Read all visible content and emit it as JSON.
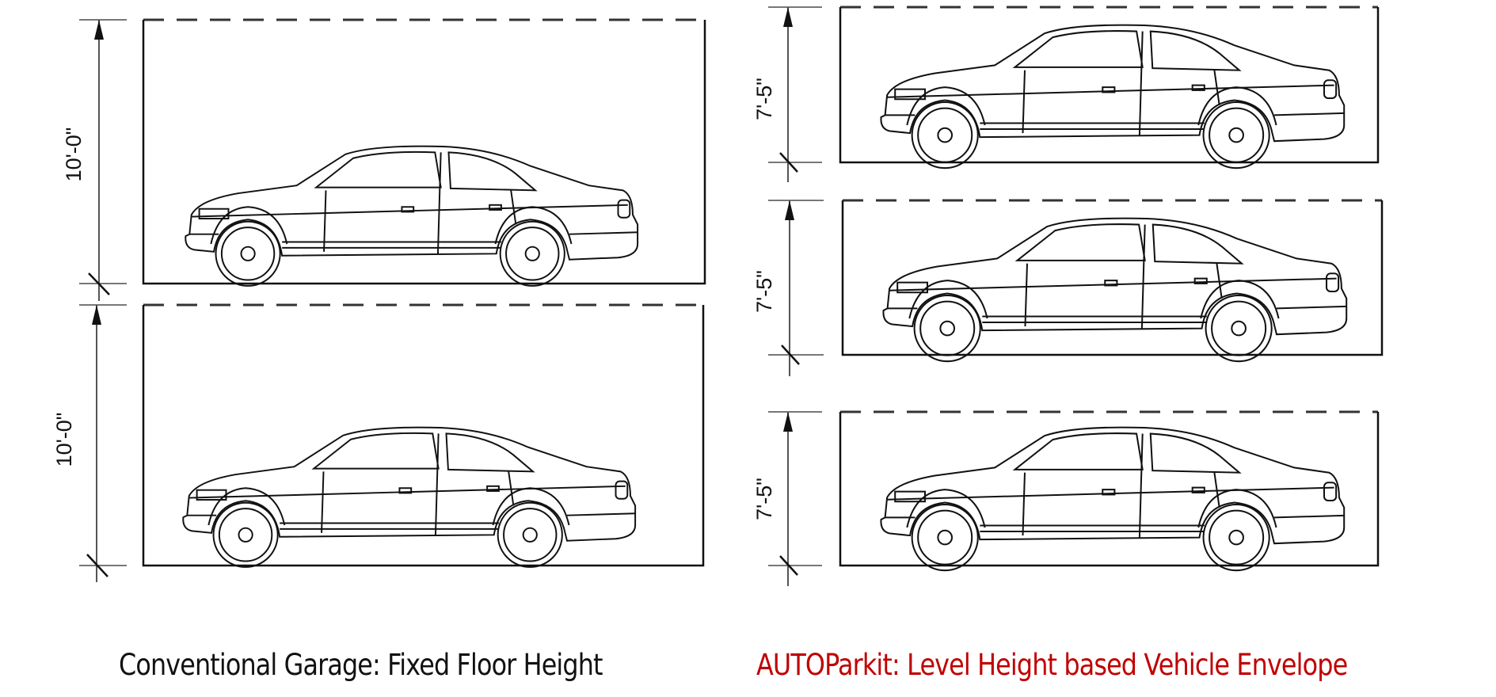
{
  "conventional": {
    "caption": "Conventional Garage: Fixed Floor Height",
    "levels": [
      {
        "height_label": "10'-0\""
      },
      {
        "height_label": "10'-0\""
      }
    ]
  },
  "autoparkit": {
    "caption": "AUTOParkit: Level Height based Vehicle Envelope",
    "caption_color": "#c00000",
    "levels": [
      {
        "height_label": "7'-5\""
      },
      {
        "height_label": "7'-5\""
      },
      {
        "height_label": "7'-5\""
      }
    ]
  }
}
